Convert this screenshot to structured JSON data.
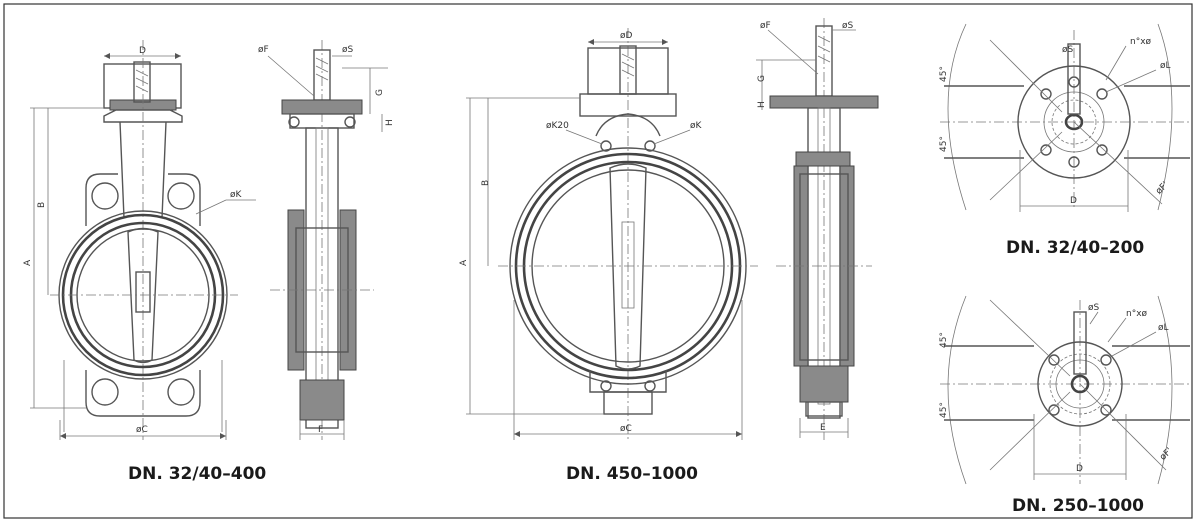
{
  "captions": {
    "left": "DN. 32/40–400",
    "middle": "DN. 450–1000",
    "right_top": "DN. 32/40–200",
    "right_bottom": "DN. 250–1000"
  },
  "dims": {
    "d": "D",
    "phi_d": "øD",
    "phi_f": "øF",
    "phi_s": "øS",
    "phi_k": "øK",
    "phi_k20": "øK20",
    "phi_l": "øL",
    "phi_c": "øC",
    "phi_f_alt": "øF'",
    "a": "A",
    "b": "B",
    "g": "G",
    "h": "H",
    "e": "E",
    "f": "F",
    "angle_45": "45°",
    "nxo": "n°xø"
  }
}
